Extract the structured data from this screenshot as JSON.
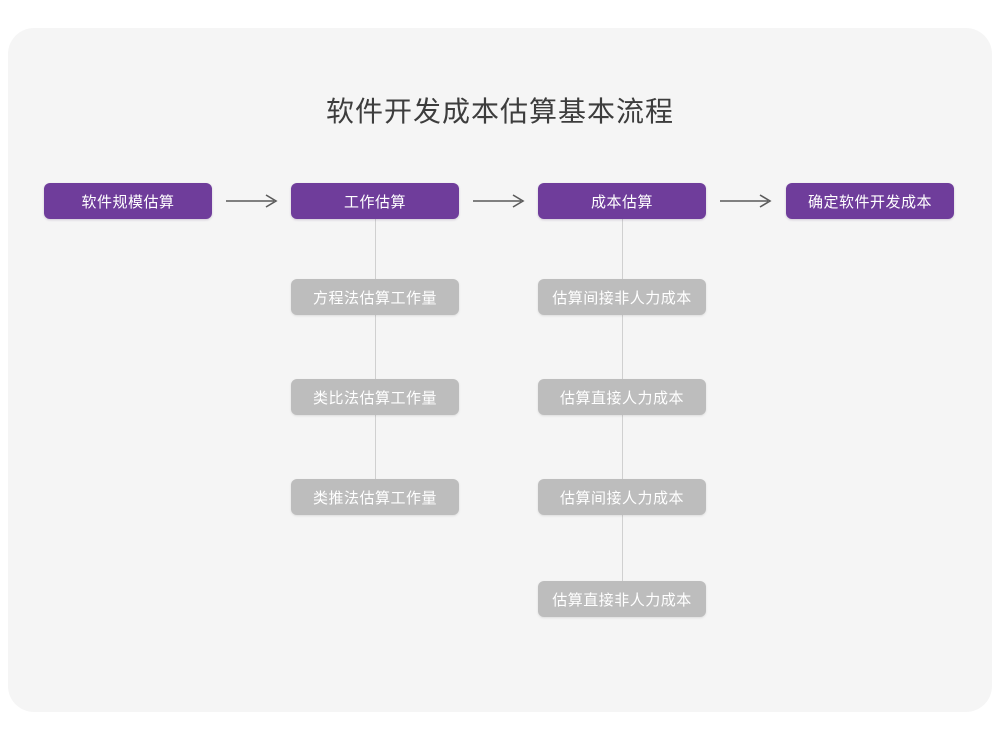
{
  "page": {
    "title": "软件开发成本估算基本流程",
    "background_color": "#ffffff",
    "card_color": "#f5f5f5",
    "primary_color": "#6f3d9b",
    "secondary_color": "#bdbdbd",
    "connector_color": "#d0d0d0",
    "arrow_color": "#5a5a5a"
  },
  "flow": {
    "main_steps": [
      {
        "label": "软件规模估算"
      },
      {
        "label": "工作估算"
      },
      {
        "label": "成本估算"
      },
      {
        "label": "确定软件开发成本"
      }
    ],
    "arrows": [
      {
        "glyph": "arrow-right-icon"
      },
      {
        "glyph": "arrow-right-icon"
      },
      {
        "glyph": "arrow-right-icon"
      }
    ],
    "branches": [
      {
        "parent": "工作估算",
        "items": [
          {
            "label": "方程法估算工作量"
          },
          {
            "label": "类比法估算工作量"
          },
          {
            "label": "类推法估算工作量"
          }
        ]
      },
      {
        "parent": "成本估算",
        "items": [
          {
            "label": "估算间接非人力成本"
          },
          {
            "label": "估算直接人力成本"
          },
          {
            "label": "估算间接人力成本"
          },
          {
            "label": "估算直接非人力成本"
          }
        ]
      }
    ]
  }
}
